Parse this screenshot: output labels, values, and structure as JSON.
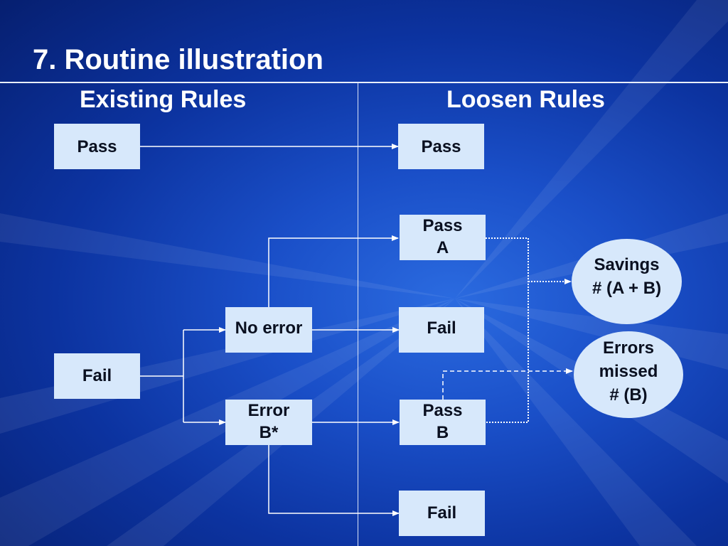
{
  "slide": {
    "title": "7. Routine illustration",
    "existing_heading": "Existing Rules",
    "loosen_heading": "Loosen Rules"
  },
  "existing": {
    "pass": "Pass",
    "fail": "Fail",
    "no_error": "No error",
    "error_b_line1": "Error",
    "error_b_line2": "B*"
  },
  "loosen": {
    "pass": "Pass",
    "pass_a_line1": "Pass",
    "pass_a_line2": "A",
    "fail_mid": "Fail",
    "pass_b_line1": "Pass",
    "pass_b_line2": "B",
    "fail_bottom": "Fail"
  },
  "outcomes": {
    "savings_line1": "Savings",
    "savings_line2": "# (A + B)",
    "errors_line1": "Errors",
    "errors_line2": "missed",
    "errors_line3": "# (B)"
  },
  "colors": {
    "background": "#1a4fc8",
    "box_fill": "#d7e8fb",
    "text_light": "#ffffff",
    "text_dark": "#0a1020"
  }
}
